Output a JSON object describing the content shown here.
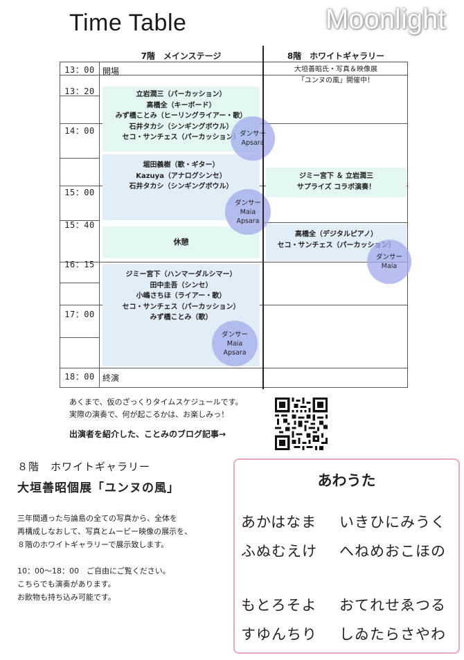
{
  "header": {
    "title": "Time Table",
    "logo": "Moonlight"
  },
  "columns": {
    "main": "7階　メインステージ",
    "gallery": "8階　ホワイトギャラリー"
  },
  "times": [
    "13：00",
    "13：20",
    "14：00",
    "15：00",
    "15：40",
    "16：15",
    "17：00",
    "18：00"
  ],
  "labels": {
    "open": "開場",
    "close": "終演"
  },
  "gallery_info": [
    "大垣善昭氏・写真＆映像展",
    "「ユンヌの風」開催中！"
  ],
  "main_blocks": [
    {
      "lines": [
        "立岩潤三（パーカッション）",
        "高橋全（キーボード）",
        "みず橋ことみ（ヒーリングライアー・歌）",
        "石井タカシ（シンギングボウル）",
        "セコ・サンチェス（パーカッション）"
      ]
    },
    {
      "lines": [
        "堀田義樹（歌・ギター）",
        "Kazuya（アナログシンセ）",
        "石井タカシ（シンギングボウル）"
      ]
    },
    {
      "lines": [
        "休憩"
      ]
    },
    {
      "lines": [
        "ジミー宮下（ハンマーダルシマー）",
        "田中圭吾（シンセ）",
        "小嶋さちほ（ライアー・歌）",
        "セコ・サンチェス（パーカッション）",
        "みず橋ことみ（歌）"
      ]
    }
  ],
  "gallery_blocks": [
    {
      "lines": [
        "ジミー宮下 ＆ 立岩潤三",
        "サプライズ コラボ演奏！"
      ]
    },
    {
      "lines": [
        "高橋全（デジタルピアノ）",
        "セコ・サンチェス（パーカッション）"
      ]
    }
  ],
  "dancers": [
    {
      "lines": [
        "ダンサー",
        "Apsara"
      ]
    },
    {
      "lines": [
        "ダンサー",
        "Maia",
        "Apsara"
      ]
    },
    {
      "lines": [
        "ダンサー",
        "Maia"
      ]
    },
    {
      "lines": [
        "ダンサー",
        "Maia",
        "Apsara"
      ]
    }
  ],
  "note": {
    "lines": [
      "あくまで、仮のざっくりタイムスケジュールです。",
      "実際の演奏で、何が起こるかは、お楽しみっ！"
    ],
    "blog": "出演者を紹介した、ことみのブログ記事→"
  },
  "gallery_section": {
    "heading": "８階　ホワイトギャラリー",
    "title": "大垣善昭個展「ユンヌの風」",
    "body": [
      "三年間通った与論島の全ての写真から、全体を",
      "再構成しなおして、写真とムービー映像の展示を、",
      "８階のホワイトギャラリーで展示致します。",
      "",
      "10：00〜18：00　ご自由にご覧ください。",
      "こちらでも演奏があります。",
      "お飲物も持ち込み可能です。"
    ]
  },
  "awauta": {
    "title": "あわうた",
    "rows": [
      [
        "あかはなま",
        "いきひにみうく"
      ],
      [
        "ふぬむえけ",
        "へねめおこほの"
      ],
      [
        "もとろそよ",
        "おてれせゑつる"
      ],
      [
        "すゆんちり",
        "しゐたらさやわ"
      ]
    ]
  },
  "colors": {
    "mint": "#e3f6f1",
    "blue": "#e1eef8",
    "dancer": "#a0aaeb",
    "box_border": "#e8a8c4"
  }
}
